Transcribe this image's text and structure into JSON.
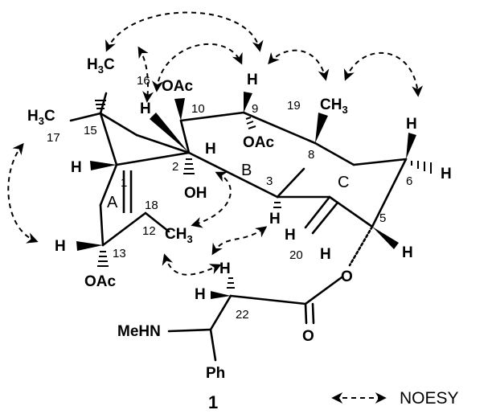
{
  "compound": {
    "label": "1"
  },
  "legend": {
    "text": "NOESY"
  },
  "groups": {
    "ch3_16": "H3C",
    "ch3_17": "H3C",
    "ch3_19": "CH3",
    "ch3_18": "CH3",
    "oac_10": "OAc",
    "oac_9": "OAc",
    "oac_13": "OAc",
    "oh_2": "OH",
    "o_ester": "O",
    "o_carbonyl": "O",
    "nhme": "MeHN",
    "ph": "Ph"
  },
  "hydrogens": {
    "h15": "H",
    "h9": "H",
    "h6a": "H",
    "h6b": "H",
    "h1": "H",
    "h2": "H",
    "h13": "H",
    "h3": "H",
    "h20a": "H",
    "h20b": "H",
    "h5": "H",
    "h22": "H",
    "h23": "H"
  },
  "atom_numbers": {
    "n16": "16",
    "n17": "17",
    "n15": "15",
    "n10": "10",
    "n9": "9",
    "n19": "19",
    "n8": "8",
    "n6": "6",
    "n1": "1",
    "n2": "2",
    "n3": "3",
    "n18": "18",
    "n12": "12",
    "n13": "13",
    "n5": "5",
    "n20": "20",
    "n22": "22"
  },
  "rings": {
    "a": "A",
    "b": "B",
    "c": "C"
  }
}
